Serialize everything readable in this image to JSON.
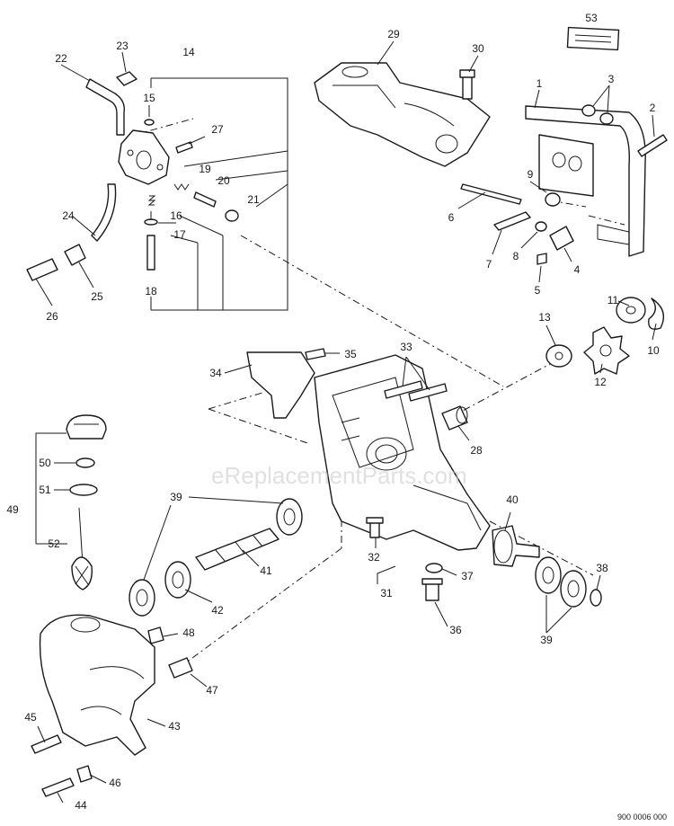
{
  "diagram": {
    "watermark": "eReplacementParts.com",
    "document_number": "900 0006 000",
    "decal_label": "53",
    "callouts": [
      {
        "id": "c1",
        "text": "1"
      },
      {
        "id": "c2",
        "text": "2"
      },
      {
        "id": "c3",
        "text": "3"
      },
      {
        "id": "c4",
        "text": "4"
      },
      {
        "id": "c5",
        "text": "5"
      },
      {
        "id": "c6",
        "text": "6"
      },
      {
        "id": "c7",
        "text": "7"
      },
      {
        "id": "c8",
        "text": "8"
      },
      {
        "id": "c9",
        "text": "9"
      },
      {
        "id": "c10",
        "text": "10"
      },
      {
        "id": "c11",
        "text": "11"
      },
      {
        "id": "c12",
        "text": "12"
      },
      {
        "id": "c13",
        "text": "13"
      },
      {
        "id": "c14",
        "text": "14"
      },
      {
        "id": "c15",
        "text": "15"
      },
      {
        "id": "c16",
        "text": "16"
      },
      {
        "id": "c17",
        "text": "17"
      },
      {
        "id": "c18",
        "text": "18"
      },
      {
        "id": "c19",
        "text": "19"
      },
      {
        "id": "c20",
        "text": "20"
      },
      {
        "id": "c21",
        "text": "21"
      },
      {
        "id": "c22",
        "text": "22"
      },
      {
        "id": "c23",
        "text": "23"
      },
      {
        "id": "c24",
        "text": "24"
      },
      {
        "id": "c25",
        "text": "25"
      },
      {
        "id": "c26",
        "text": "26"
      },
      {
        "id": "c27",
        "text": "27"
      },
      {
        "id": "c28",
        "text": "28"
      },
      {
        "id": "c29",
        "text": "29"
      },
      {
        "id": "c30",
        "text": "30"
      },
      {
        "id": "c31",
        "text": "31"
      },
      {
        "id": "c32",
        "text": "32"
      },
      {
        "id": "c33",
        "text": "33"
      },
      {
        "id": "c34",
        "text": "34"
      },
      {
        "id": "c35",
        "text": "35"
      },
      {
        "id": "c36",
        "text": "36"
      },
      {
        "id": "c37",
        "text": "37"
      },
      {
        "id": "c38",
        "text": "38"
      },
      {
        "id": "c39a",
        "text": "39"
      },
      {
        "id": "c39b",
        "text": "39"
      },
      {
        "id": "c40",
        "text": "40"
      },
      {
        "id": "c41",
        "text": "41"
      },
      {
        "id": "c42",
        "text": "42"
      },
      {
        "id": "c43",
        "text": "43"
      },
      {
        "id": "c44",
        "text": "44"
      },
      {
        "id": "c45",
        "text": "45"
      },
      {
        "id": "c46",
        "text": "46"
      },
      {
        "id": "c47",
        "text": "47"
      },
      {
        "id": "c48",
        "text": "48"
      },
      {
        "id": "c49",
        "text": "49"
      },
      {
        "id": "c50",
        "text": "50"
      },
      {
        "id": "c51",
        "text": "51"
      },
      {
        "id": "c52",
        "text": "52"
      }
    ]
  }
}
